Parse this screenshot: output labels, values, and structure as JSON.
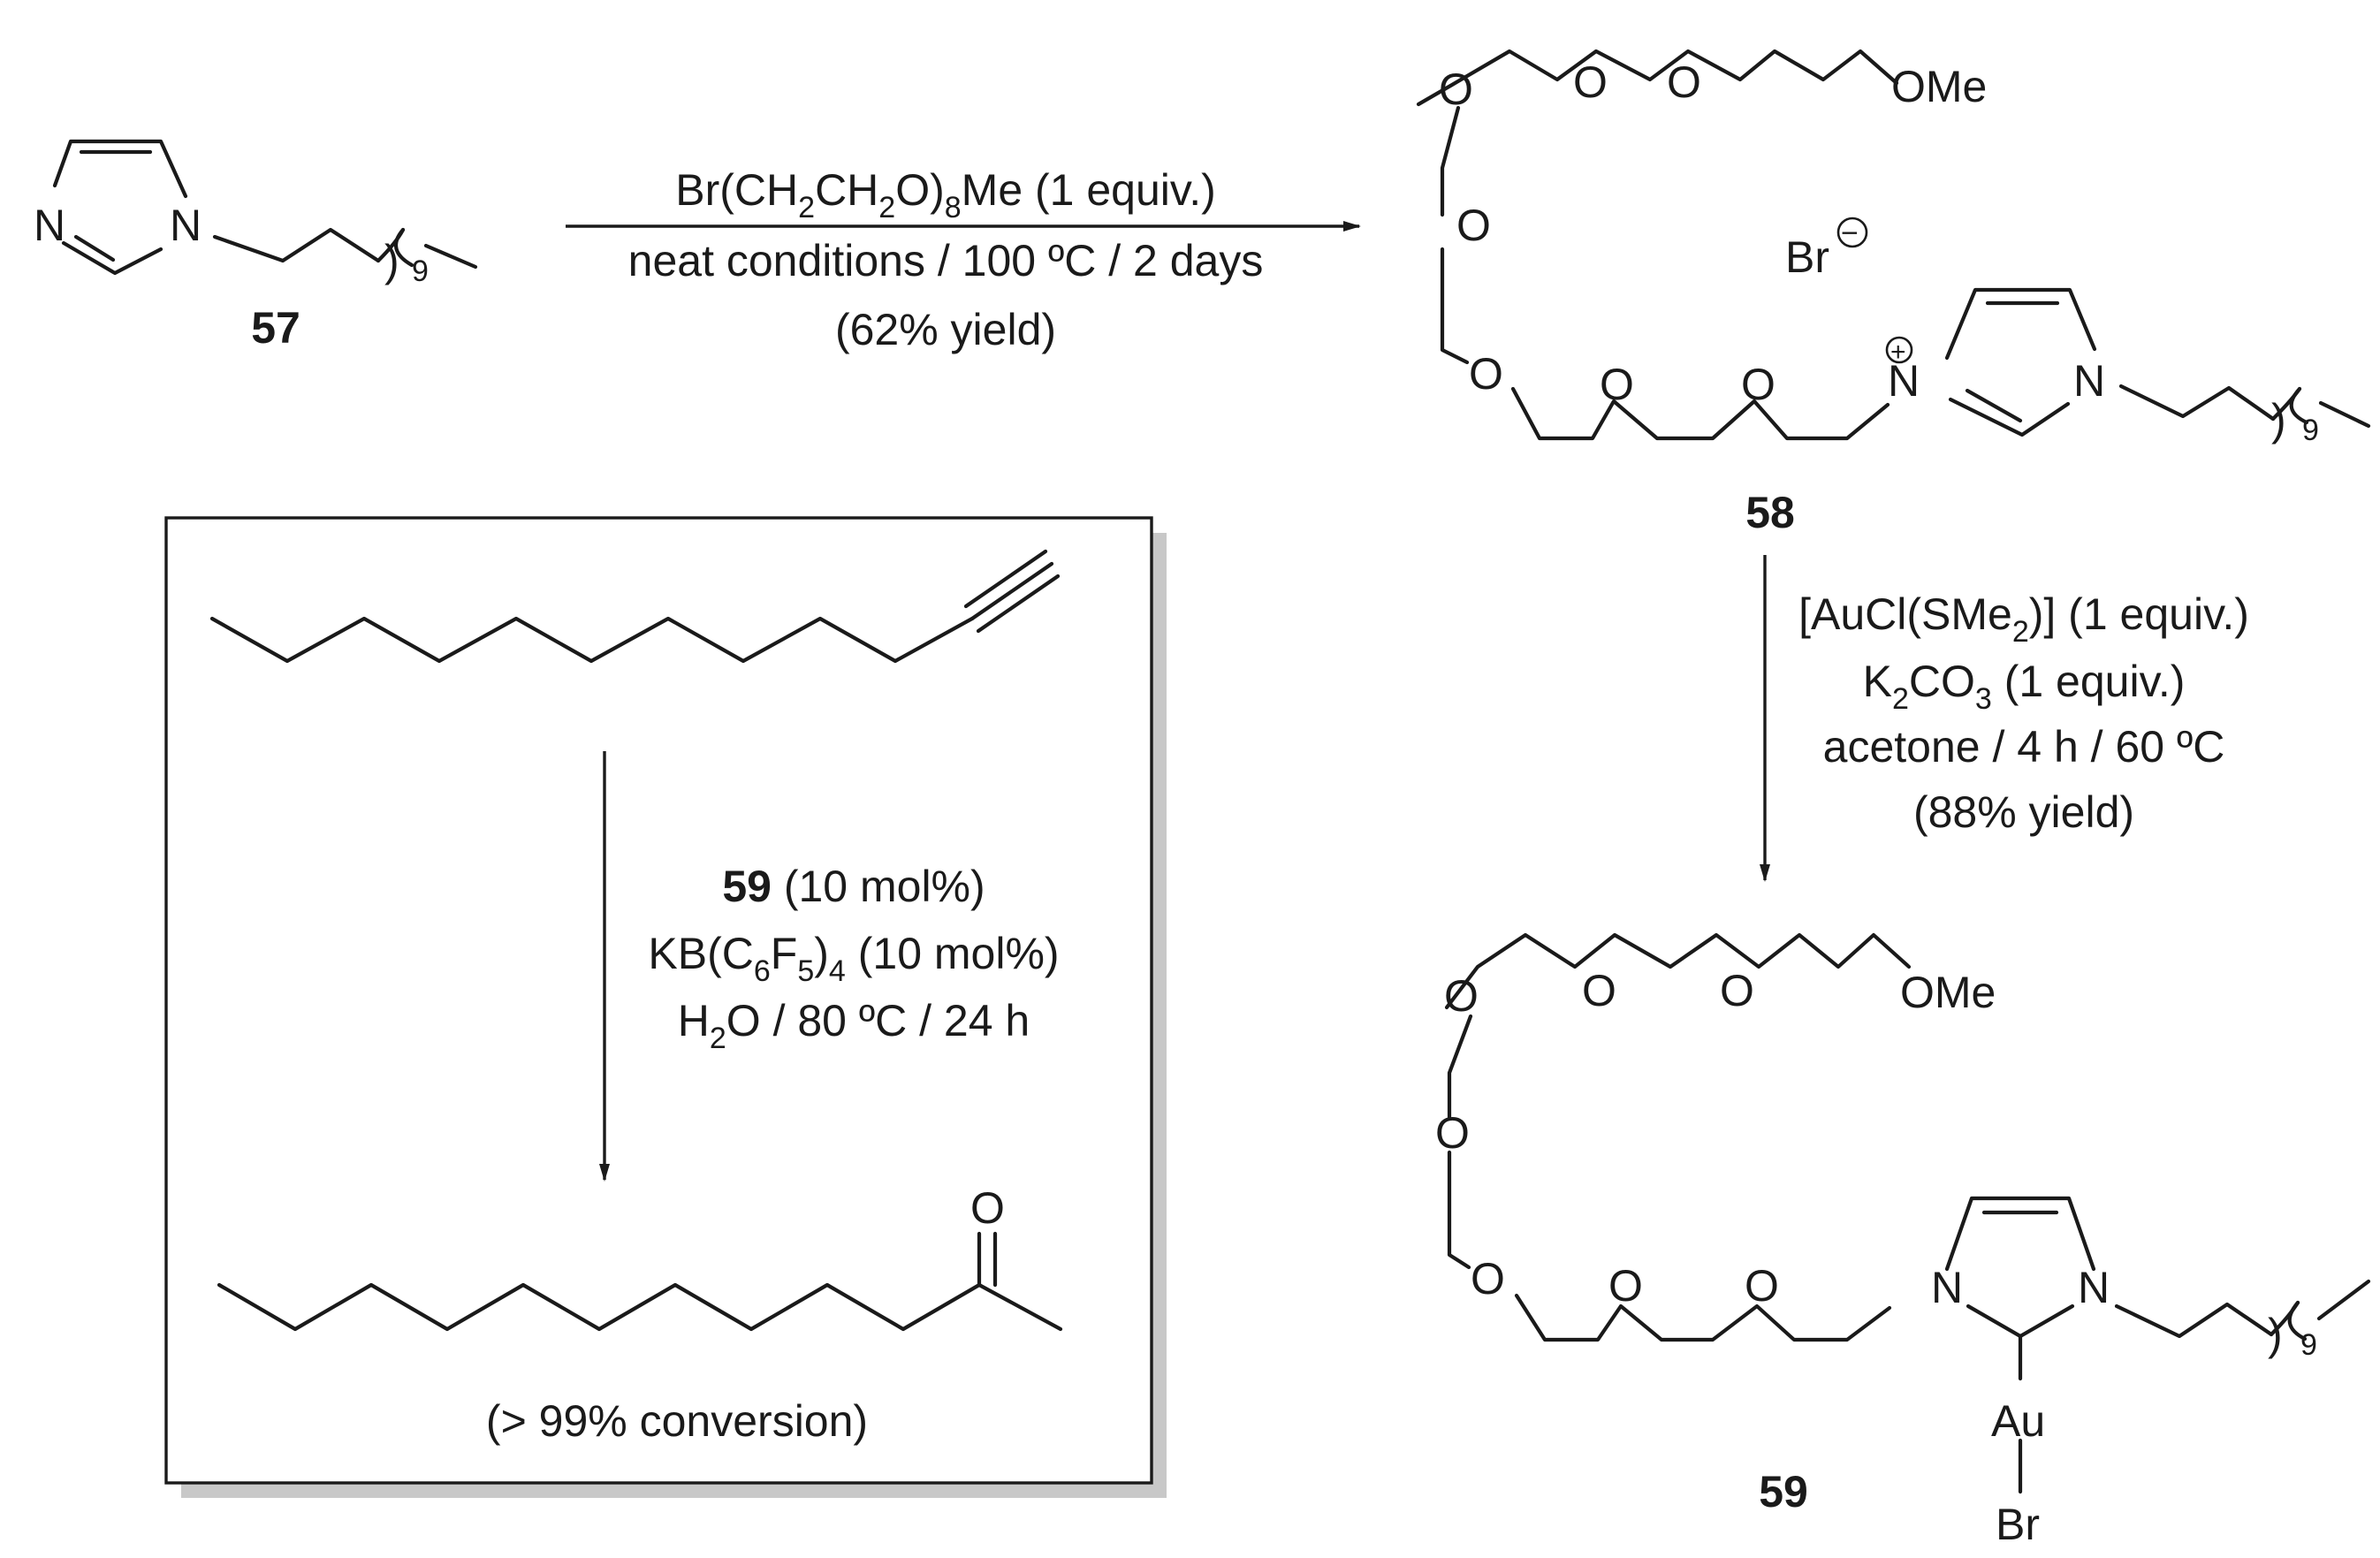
{
  "compounds": {
    "c57": "57",
    "c58": "58",
    "c59": "59"
  },
  "atoms": {
    "N": "N",
    "O": "O",
    "OMe": "OMe",
    "Br": "Br",
    "Au": "Au",
    "paren": ")",
    "nine": "9"
  },
  "step1": {
    "line1": {
      "a": "Br(CH",
      "s1": "2",
      "b": "CH",
      "s2": "2",
      "c": "O)",
      "s3": "8",
      "d": "Me (1 equiv.)"
    },
    "line2": "neat conditions / 100 ºC / 2 days",
    "line3": "(62% yield)"
  },
  "step2": {
    "line1": {
      "a": "[AuCl(SMe",
      "s1": "2",
      "b": ")] (1 equiv.)"
    },
    "line2": {
      "a": "K",
      "s1": "2",
      "b": "CO",
      "s2": "3",
      "c": " (1 equiv.)"
    },
    "line3": "acetone / 4 h / 60 ºC",
    "line4": "(88% yield)"
  },
  "box": {
    "cat": "59",
    "cat_rest": " (10 mol%)",
    "line2": {
      "a": "KB(C",
      "s1": "6",
      "b": "F",
      "s2": "5",
      "c": ")",
      "s3": "4",
      "d": " (10 mol%)"
    },
    "line3": {
      "a": "H",
      "s1": "2",
      "b": "O / 80 ºC / 24 h"
    },
    "result": "(> 99% conversion)"
  },
  "charges": {
    "plus": "+",
    "minus": "−"
  }
}
